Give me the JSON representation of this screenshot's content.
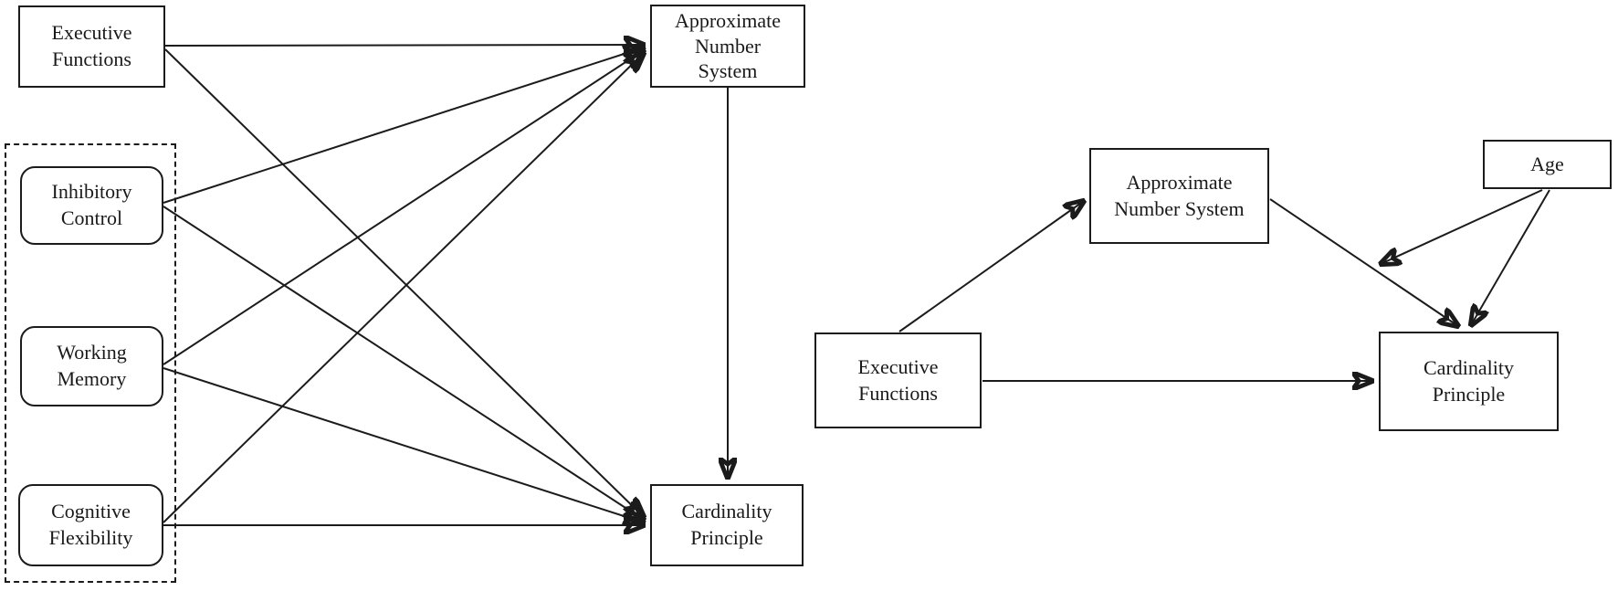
{
  "figure": {
    "background_color": "#ffffff",
    "line_color": "#1b1b1b",
    "type": "path-diagram",
    "panels": 2
  },
  "diagram_left": {
    "nodes": {
      "executive_functions": {
        "label": "Executive\nFunctions",
        "shape": "rectangle"
      },
      "inhibitory_control": {
        "label": "Inhibitory\nControl",
        "shape": "rounded-rectangle"
      },
      "working_memory": {
        "label": "Working\nMemory",
        "shape": "rounded-rectangle"
      },
      "cognitive_flexibility": {
        "label": "Cognitive\nFlexibility",
        "shape": "rounded-rectangle"
      },
      "approximate_number_system": {
        "label": "Approximate\nNumber\nSystem",
        "shape": "rectangle"
      },
      "cardinality_principle": {
        "label": "Cardinality\nPrinciple",
        "shape": "rectangle"
      }
    },
    "group": {
      "style": "dashed-border",
      "contains": [
        "inhibitory_control",
        "working_memory",
        "cognitive_flexibility"
      ]
    },
    "edges": [
      {
        "from": "executive_functions",
        "to": "approximate_number_system"
      },
      {
        "from": "executive_functions",
        "to": "cardinality_principle"
      },
      {
        "from": "inhibitory_control",
        "to": "approximate_number_system"
      },
      {
        "from": "inhibitory_control",
        "to": "cardinality_principle"
      },
      {
        "from": "working_memory",
        "to": "approximate_number_system"
      },
      {
        "from": "working_memory",
        "to": "cardinality_principle"
      },
      {
        "from": "cognitive_flexibility",
        "to": "approximate_number_system"
      },
      {
        "from": "cognitive_flexibility",
        "to": "cardinality_principle"
      },
      {
        "from": "approximate_number_system",
        "to": "cardinality_principle"
      }
    ]
  },
  "diagram_right": {
    "nodes": {
      "executive_functions": {
        "label": "Executive\nFunctions",
        "shape": "rectangle"
      },
      "approximate_number_system": {
        "label": "Approximate\nNumber System",
        "shape": "rectangle"
      },
      "age": {
        "label": "Age",
        "shape": "rectangle"
      },
      "cardinality_principle": {
        "label": "Cardinality\nPrinciple",
        "shape": "rectangle"
      }
    },
    "edges": [
      {
        "from": "executive_functions",
        "to": "approximate_number_system"
      },
      {
        "from": "executive_functions",
        "to": "cardinality_principle"
      },
      {
        "from": "approximate_number_system",
        "to": "cardinality_principle"
      },
      {
        "from": "age",
        "to": "approximate_number_system->cardinality_principle",
        "type": "moderation"
      },
      {
        "from": "age",
        "to": "cardinality_principle"
      }
    ]
  }
}
